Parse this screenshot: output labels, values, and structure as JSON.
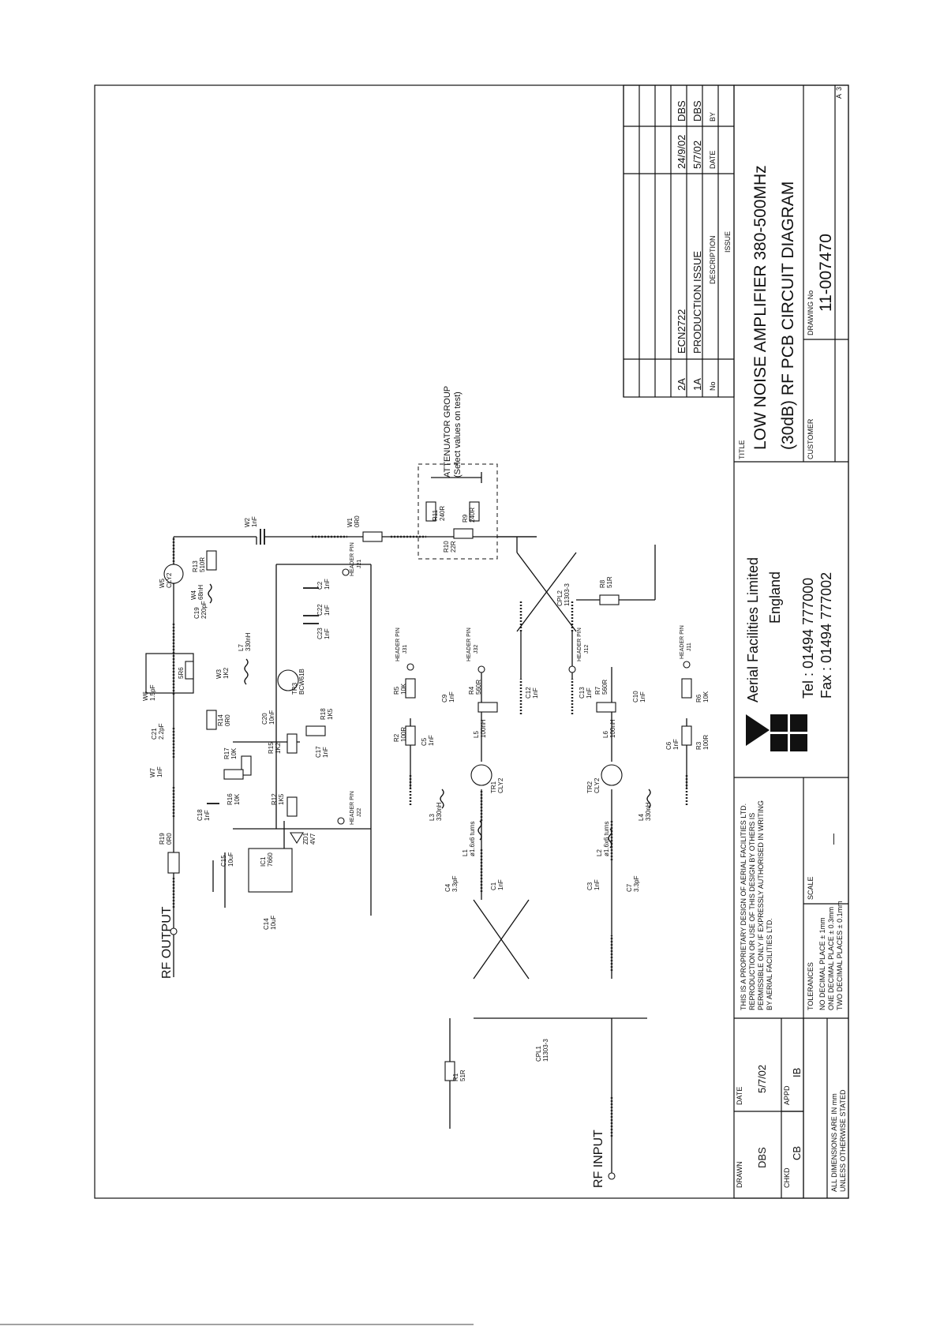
{
  "schematic": {
    "labels": {
      "rf_output": "RF OUTPUT",
      "rf_input": "RF INPUT",
      "attenuator_group": "ATTENUATOR GROUP",
      "attenuator_note": "(Select values on test)",
      "header_pin": "HEADER PIN"
    },
    "components": {
      "R19": [
        "R19",
        "0R0"
      ],
      "C18": [
        "C18",
        "1nF"
      ],
      "W7": [
        "W7",
        "1nF"
      ],
      "C21": [
        "C21",
        "2.2pF"
      ],
      "W6": [
        "W6",
        "1.5pF"
      ],
      "W6R": [
        "",
        "5R6"
      ],
      "C19": [
        "C19",
        "220pF"
      ],
      "W5": [
        "W5",
        "CLY2"
      ],
      "W4": [
        "W4",
        "68nH"
      ],
      "R13": [
        "R13",
        "510R"
      ],
      "W2": [
        "W2",
        "1nF"
      ],
      "W1": [
        "W1",
        "0R0"
      ],
      "R11": [
        "R11",
        "240R"
      ],
      "R9": [
        "R9",
        "240R"
      ],
      "R10": [
        "R10",
        "22R"
      ],
      "C14": [
        "C14",
        "10uF"
      ],
      "C15": [
        "C15",
        "10uF"
      ],
      "IC1": [
        "IC1",
        "7660"
      ],
      "R16": [
        "R16",
        "10K"
      ],
      "R17": [
        "R17",
        "10K"
      ],
      "R14": [
        "R14",
        "0R0"
      ],
      "W3": [
        "W3",
        "1K2"
      ],
      "R12": [
        "R12",
        "1K5"
      ],
      "R15": [
        "R15",
        "1K2"
      ],
      "C20": [
        "C20",
        "10nF"
      ],
      "TR3": [
        "TR3",
        "BCW61B"
      ],
      "L7": [
        "L7",
        "330nH"
      ],
      "ZD1": [
        "ZD1",
        "4V7"
      ],
      "C17": [
        "C17",
        "1nF"
      ],
      "R18": [
        "R18",
        "1K5"
      ],
      "C23": [
        "C23",
        "1nF"
      ],
      "C22": [
        "C22",
        "1nF"
      ],
      "C2": [
        "C2",
        "1nF"
      ],
      "J21": [
        "J21",
        ""
      ],
      "J22": [
        "J22",
        ""
      ],
      "R1": [
        "R1",
        "51R"
      ],
      "CPL1": [
        "CPL1",
        "11303-3"
      ],
      "C4": [
        "C4",
        "3.3pF"
      ],
      "C1": [
        "C1",
        "1nF"
      ],
      "L1": [
        "L1",
        "ø1.6x6 turns"
      ],
      "L3": [
        "L3",
        "330nH"
      ],
      "TR1": [
        "TR1",
        "CLY2"
      ],
      "R2": [
        "R2",
        "100R"
      ],
      "C5": [
        "C5",
        "1nF"
      ],
      "R5": [
        "R5",
        "10K"
      ],
      "J31": [
        "J31",
        ""
      ],
      "C9": [
        "C9",
        "1nF"
      ],
      "L5": [
        "L5",
        "100nH"
      ],
      "R4": [
        "R4",
        "560R"
      ],
      "J32": [
        "J32",
        ""
      ],
      "C12": [
        "C12",
        "1nF"
      ],
      "C3": [
        "C3",
        "1nF"
      ],
      "C7": [
        "C7",
        "3.3pF"
      ],
      "L2": [
        "L2",
        "ø1.6x6 turns"
      ],
      "L4": [
        "L4",
        "330nH"
      ],
      "TR2": [
        "TR2",
        "CLY2"
      ],
      "R3": [
        "R3",
        "100R"
      ],
      "C6": [
        "C6",
        "1nF"
      ],
      "R6": [
        "R6",
        "10K"
      ],
      "J11": [
        "J11",
        ""
      ],
      "C10": [
        "C10",
        "1nF"
      ],
      "L6": [
        "L6",
        "100nH"
      ],
      "R7": [
        "R7",
        "560R"
      ],
      "J12": [
        "J12",
        ""
      ],
      "C13": [
        "C13",
        "1nF"
      ],
      "CPL2": [
        "CPL2",
        "11303-3"
      ],
      "R8": [
        "R8",
        "51R"
      ]
    }
  },
  "titleblock": {
    "drawn_label": "DRAWN",
    "drawn_value": "DBS",
    "date_label": "DATE",
    "date_value": "5/7/02",
    "chkd_label": "CHKD",
    "chkd_value": "CB",
    "appd_label": "APPD",
    "appd_value": "IB",
    "dims_line1": "ALL DIMENSIONS ARE IN mm",
    "dims_line2": "UNLESS OTHERWISE STATED",
    "proprietary": [
      "THIS IS A PROPRIETARY DESIGN OF AERIAL FACILITIES LTD.",
      "REPRODUCTION OR USE OF THIS DESIGN BY OTHERS IS",
      "PERMISSIBLE ONLY IF EXPRESSLY AUTHORISED IN WRITING",
      "BY AERIAL FACILITIES LTD."
    ],
    "tolerances_label": "TOLERANCES",
    "tolerances": [
      "NO DECIMAL PLACE ± 1mm",
      "ONE DECIMAL PLACE ± 0.3mm",
      "TWO DECIMAL PLACES ± 0.1mm"
    ],
    "scale_label": "SCALE",
    "scale_value": "—",
    "company": {
      "name": "Aerial Facilities Limited",
      "country": "England",
      "tel": "Tel : 01494  777000",
      "fax": "Fax : 01494  777002"
    },
    "title_label": "TITLE",
    "title_line1": "LOW NOISE AMPLIFIER 380-500MHz",
    "title_line2": "(30dB) RF PCB CIRCUIT DIAGRAM",
    "customer_label": "CUSTOMER",
    "drawing_no_label": "DRAWING No",
    "drawing_no": "11-007470",
    "sheet_size": "A",
    "sheet_size_2": "3",
    "issue_label": "ISSUE",
    "issue_headers": {
      "no": "No",
      "description": "DESCRIPTION",
      "date": "DATE",
      "by": "BY"
    },
    "issues": [
      {
        "no": "2A",
        "description": "ECN2722",
        "date": "24/9/02",
        "by": "DBS"
      },
      {
        "no": "1A",
        "description": "PRODUCTION ISSUE",
        "date": "5/7/02",
        "by": "DBS"
      }
    ]
  }
}
